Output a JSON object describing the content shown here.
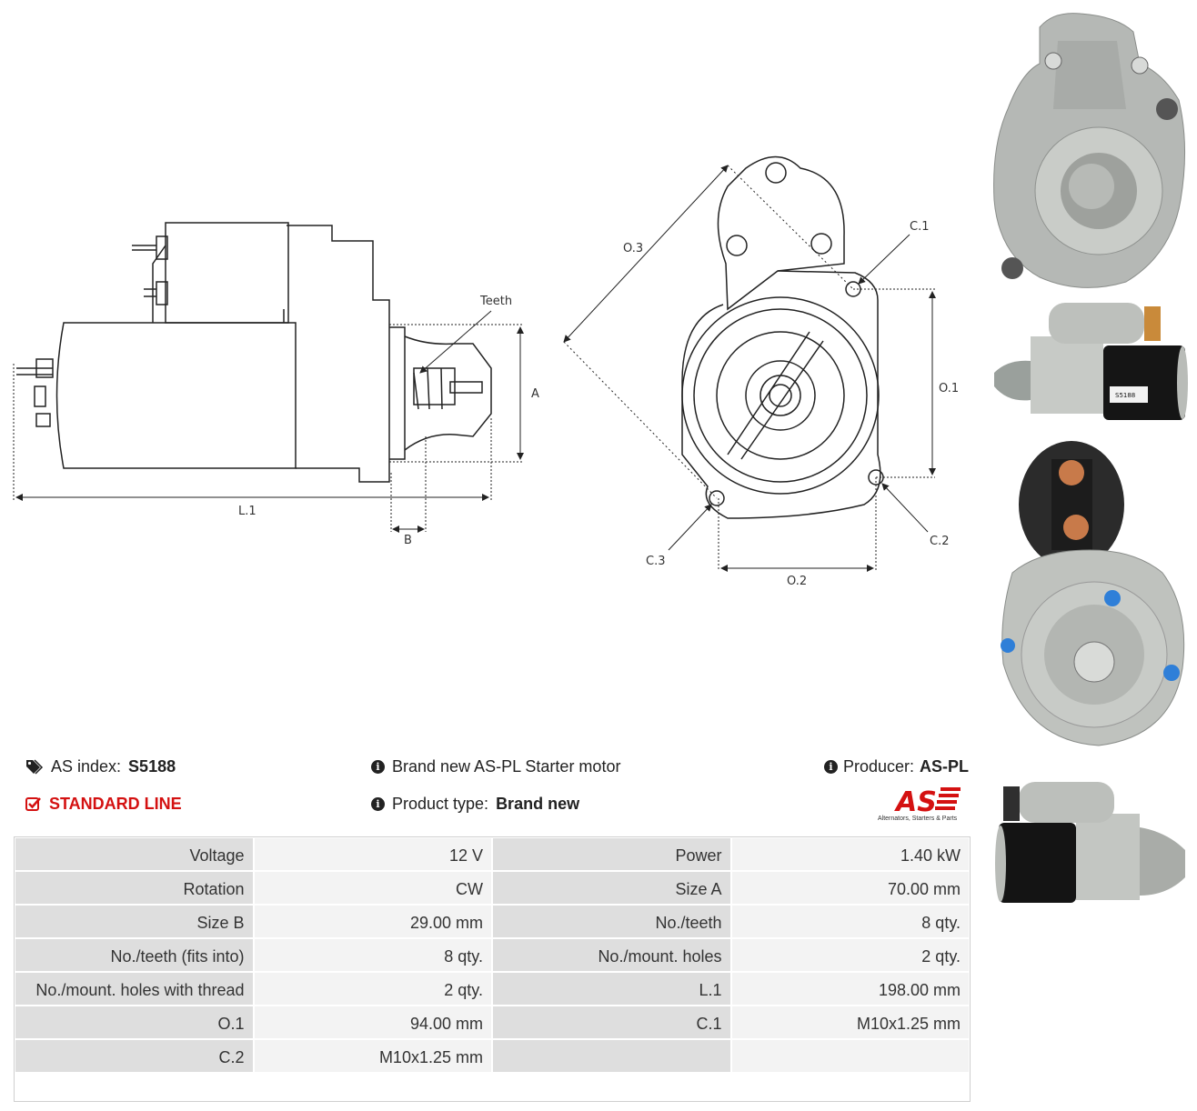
{
  "diagram": {
    "labels": {
      "teeth": "Teeth",
      "a": "A",
      "l1": "L.1",
      "b": "B",
      "o3": "O.3",
      "c1": "C.1",
      "o1": "O.1",
      "c2": "C.2",
      "c3": "C.3",
      "o2": "O.2"
    }
  },
  "product": {
    "as_index_label": "AS index:",
    "as_index_value": "S5188",
    "line": "STANDARD LINE",
    "description": "Brand new AS-PL Starter motor",
    "product_type_label": "Product type:",
    "product_type_value": "Brand new",
    "producer_label": "Producer:",
    "producer_value": "AS-PL"
  },
  "logo": {
    "text": "AS",
    "tagline": "Alternators, Starters & Parts"
  },
  "photo_label": "S5188",
  "colors": {
    "accent_red": "#d41111",
    "label_cell": "#dedede",
    "value_cell": "#f3f3f3"
  },
  "specs": [
    [
      "Voltage",
      "12 V",
      "Power",
      "1.40 kW"
    ],
    [
      "Rotation",
      "CW",
      "Size A",
      "70.00 mm"
    ],
    [
      "Size B",
      "29.00 mm",
      "No./teeth",
      "8 qty."
    ],
    [
      "No./teeth (fits into)",
      "8 qty.",
      "No./mount. holes",
      "2 qty."
    ],
    [
      "No./mount. holes with thread",
      "2 qty.",
      "L.1",
      "198.00 mm"
    ],
    [
      "O.1",
      "94.00 mm",
      "C.1",
      "M10x1.25 mm"
    ],
    [
      "C.2",
      "M10x1.25 mm",
      "",
      ""
    ]
  ]
}
